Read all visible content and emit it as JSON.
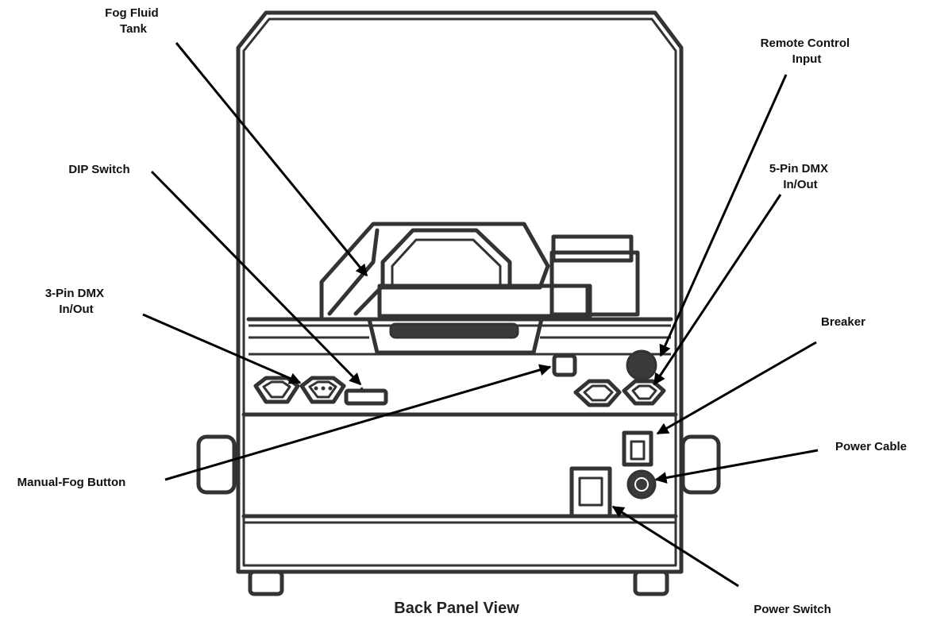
{
  "labels": {
    "fog_fluid_tank": [
      "Fog Fluid",
      "Tank"
    ],
    "remote_control_input": [
      "Remote Control",
      "Input"
    ],
    "dip_switch": [
      "DIP Switch"
    ],
    "five_pin_dmx": [
      "5-Pin DMX",
      "In/Out"
    ],
    "three_pin_dmx": [
      "3-Pin DMX",
      "In/Out"
    ],
    "breaker": [
      "Breaker"
    ],
    "power_cable": [
      "Power Cable"
    ],
    "manual_fog_button": [
      "Manual-Fog Button"
    ],
    "power_switch": [
      "Power Switch"
    ]
  },
  "caption": "Back Panel View",
  "colors": {
    "line": "#333333",
    "leader": "#000000",
    "background": "#ffffff"
  }
}
